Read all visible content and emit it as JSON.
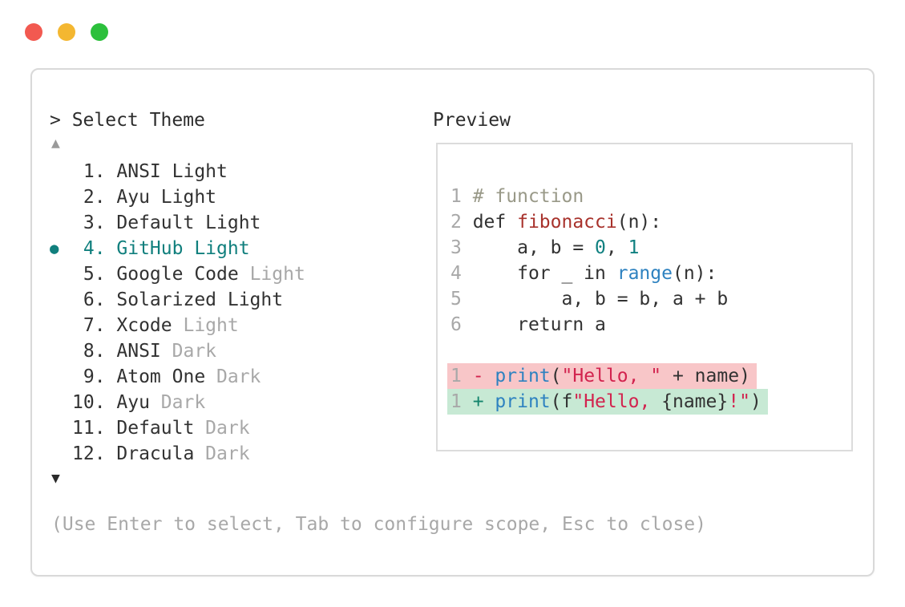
{
  "colors": {
    "accent_teal": "#107f7d",
    "text_dark": "#323232",
    "dim": "#a8a8a8",
    "comment": "#999988",
    "function_name": "#a8322c",
    "number": "#108080",
    "builtin": "#2e82c0",
    "string": "#d2234e",
    "sign_added": "#13846c",
    "removed_bg": "#f8c6c8",
    "added_bg": "#c7e9d4",
    "border": "#d9d9d9",
    "light_red": "#f25950",
    "light_yellow": "#f4b731",
    "light_green": "#2cc03c"
  },
  "picker": {
    "prompt": "> Select Theme",
    "up_indicator": "▲",
    "down_indicator": "▼",
    "selected_bullet": "●",
    "footer_hint": "(Use Enter to select, Tab to configure scope, Esc to close)",
    "items": [
      {
        "number": " 1.",
        "name": "ANSI Light",
        "dim_suffix": "",
        "selected": false
      },
      {
        "number": " 2.",
        "name": "Ayu Light",
        "dim_suffix": "",
        "selected": false
      },
      {
        "number": " 3.",
        "name": "Default Light",
        "dim_suffix": "",
        "selected": false
      },
      {
        "number": " 4.",
        "name": "GitHub Light",
        "dim_suffix": "",
        "selected": true
      },
      {
        "number": " 5.",
        "name": "Google Code",
        "dim_suffix": "Light",
        "selected": false
      },
      {
        "number": " 6.",
        "name": "Solarized Light",
        "dim_suffix": "",
        "selected": false
      },
      {
        "number": " 7.",
        "name": "Xcode",
        "dim_suffix": "Light",
        "selected": false
      },
      {
        "number": " 8.",
        "name": "ANSI",
        "dim_suffix": "Dark",
        "selected": false
      },
      {
        "number": " 9.",
        "name": "Atom One",
        "dim_suffix": "Dark",
        "selected": false
      },
      {
        "number": "10.",
        "name": "Ayu",
        "dim_suffix": "Dark",
        "selected": false
      },
      {
        "number": "11.",
        "name": "Default",
        "dim_suffix": "Dark",
        "selected": false
      },
      {
        "number": "12.",
        "name": "Dracula",
        "dim_suffix": "Dark",
        "selected": false
      }
    ]
  },
  "preview": {
    "title": "Preview",
    "code_lines": [
      {
        "ln": "1",
        "tokens": [
          [
            "# function",
            "comment"
          ]
        ]
      },
      {
        "ln": "2",
        "tokens": [
          [
            "def ",
            "text"
          ],
          [
            "fibonacci",
            "function_name"
          ],
          [
            "(n):",
            "text"
          ]
        ]
      },
      {
        "ln": "3",
        "tokens": [
          [
            "    a, b = ",
            "text"
          ],
          [
            "0",
            "number"
          ],
          [
            ", ",
            "text"
          ],
          [
            "1",
            "number"
          ]
        ]
      },
      {
        "ln": "4",
        "tokens": [
          [
            "    for _ in ",
            "text"
          ],
          [
            "range",
            "builtin"
          ],
          [
            "(n):",
            "text"
          ]
        ]
      },
      {
        "ln": "5",
        "tokens": [
          [
            "        a, b = b, a + b",
            "text"
          ]
        ]
      },
      {
        "ln": "6",
        "tokens": [
          [
            "    return a",
            "text"
          ]
        ]
      }
    ],
    "diff_lines": [
      {
        "ln": "1",
        "sign": "-",
        "kind": "removed",
        "tokens": [
          [
            "print",
            "builtin"
          ],
          [
            "(",
            "text"
          ],
          [
            "\"Hello, \"",
            "string"
          ],
          [
            " + name)",
            "text"
          ]
        ]
      },
      {
        "ln": "1",
        "sign": "+",
        "kind": "added",
        "tokens": [
          [
            "print",
            "builtin"
          ],
          [
            "(f",
            "text"
          ],
          [
            "\"Hello, ",
            "string"
          ],
          [
            "{name}",
            "text"
          ],
          [
            "!\"",
            "string"
          ],
          [
            ")",
            "text"
          ]
        ]
      }
    ]
  }
}
